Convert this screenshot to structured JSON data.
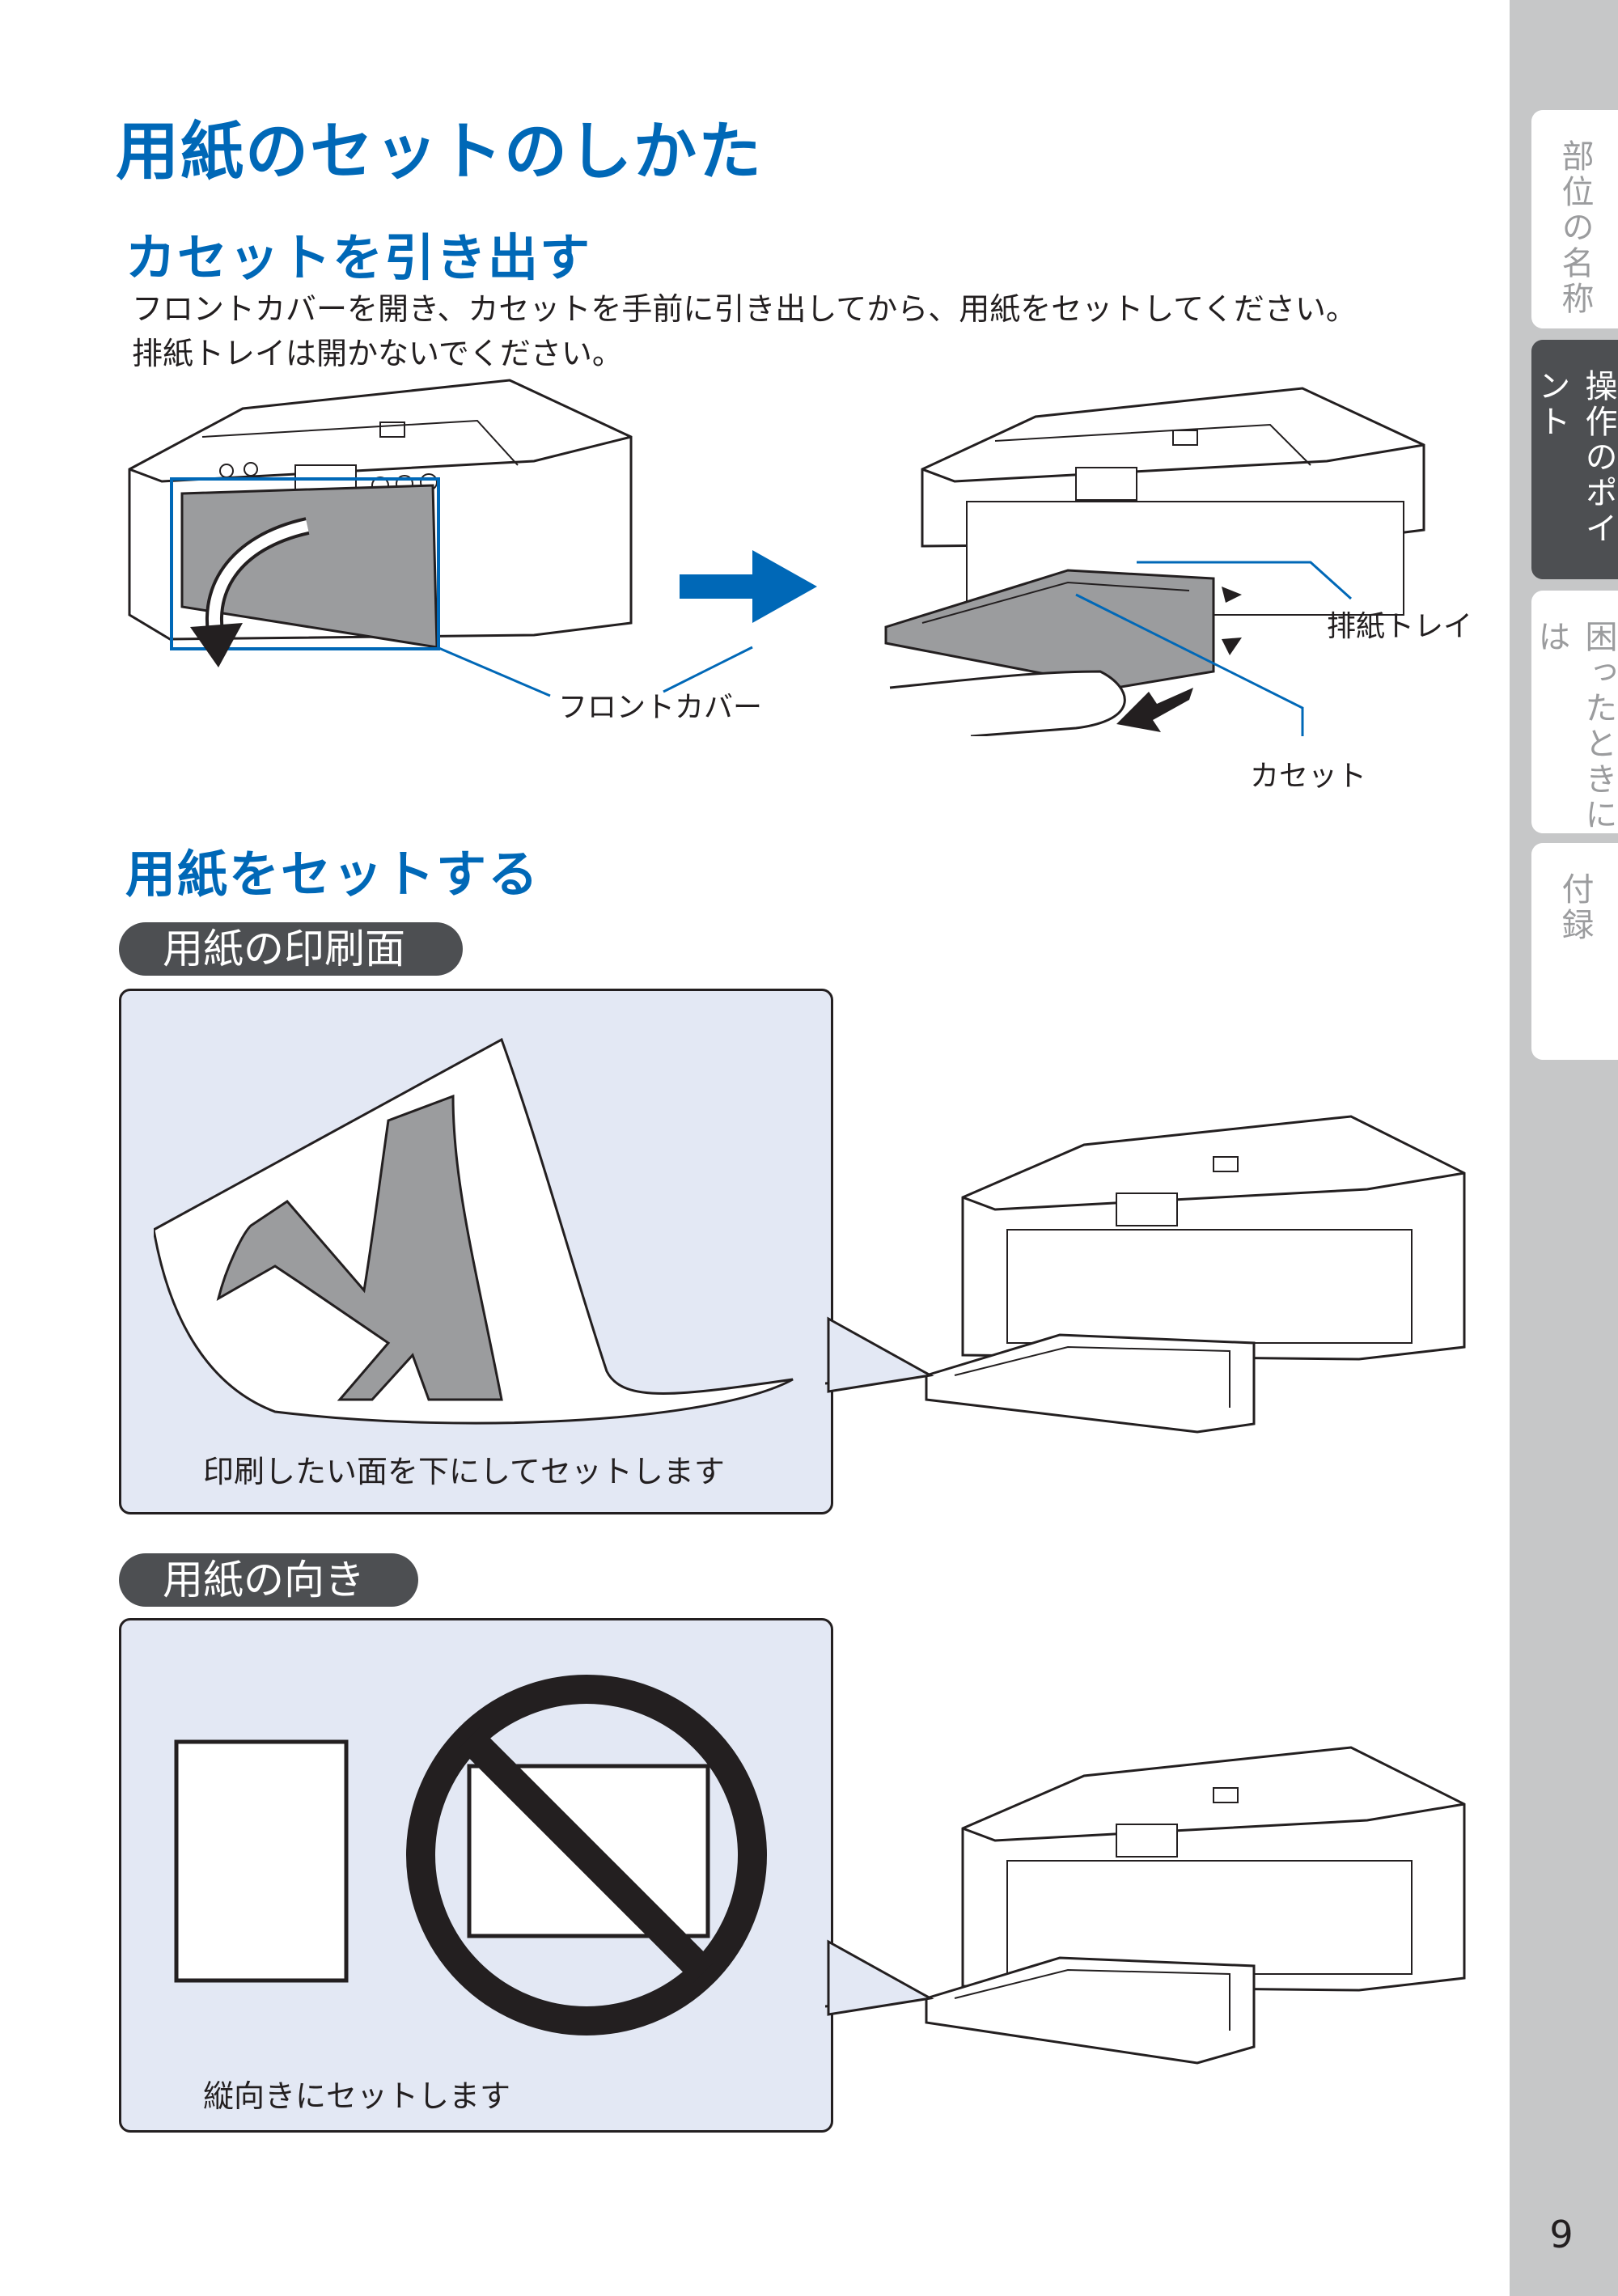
{
  "page": {
    "title": "用紙のセットのしかた",
    "page_number": "9"
  },
  "sidebar": {
    "tabs": [
      {
        "label": "部位の名称",
        "active": false
      },
      {
        "label": "操作のポイント",
        "active": true
      },
      {
        "label": "困ったときには",
        "active": false
      },
      {
        "label": "付録",
        "active": false
      }
    ]
  },
  "section1": {
    "heading": "カセットを引き出す",
    "line1": "フロントカバーを開き、カセットを手前に引き出してから、用紙をセットしてください。",
    "line2": "排紙トレイは開かないでください。",
    "labels": {
      "front_cover": "フロントカバー",
      "output_tray": "排紙トレイ",
      "cassette": "カセット"
    }
  },
  "section2": {
    "heading": "用紙をセットする",
    "print_side": {
      "pill": "用紙の印刷面",
      "caption": "印刷したい面を下にしてセットします"
    },
    "orientation": {
      "pill": "用紙の向き",
      "caption": "縦向きにセットします"
    }
  },
  "colors": {
    "accent_blue": "#0068b7",
    "panel_bg": "#e3e8f4",
    "pill_bg": "#4d4f52",
    "sidebar_bg": "#c6c7c8"
  }
}
